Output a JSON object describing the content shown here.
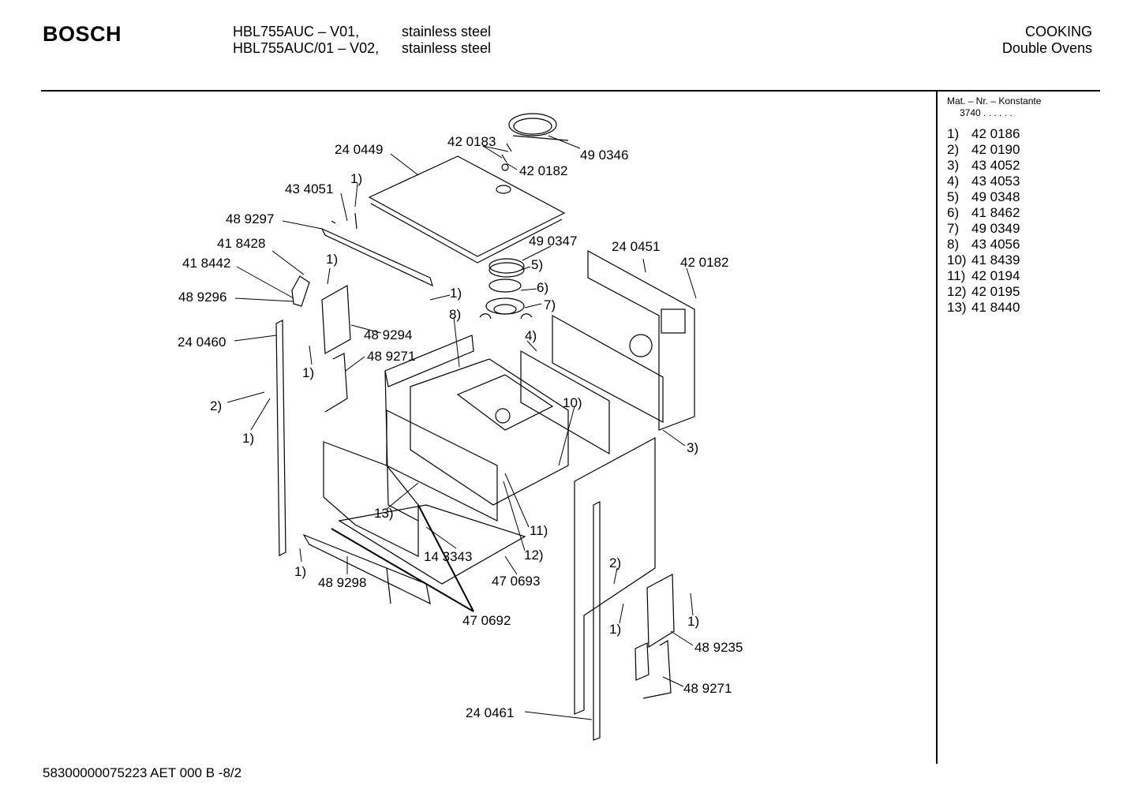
{
  "header": {
    "brand": "BOSCH",
    "models": [
      {
        "code": "HBL755AUC – V01,",
        "finish": "stainless steel"
      },
      {
        "code": "HBL755AUC/01 – V02,",
        "finish": "stainless steel"
      }
    ],
    "category": "COOKING",
    "subcategory": "Double Ovens"
  },
  "side": {
    "title": "Mat. – Nr. – Konstante",
    "constant": "3740 . .   . . . .",
    "legend": [
      {
        "key": "1)",
        "value": "42 0186"
      },
      {
        "key": "2)",
        "value": "42 0190"
      },
      {
        "key": "3)",
        "value": "43 4052"
      },
      {
        "key": "4)",
        "value": "43 4053"
      },
      {
        "key": "5)",
        "value": "49 0348"
      },
      {
        "key": "6)",
        "value": "41 8462"
      },
      {
        "key": "7)",
        "value": "49 0349"
      },
      {
        "key": "8)",
        "value": "43 4056"
      },
      {
        "key": "10)",
        "value": "41 8439"
      },
      {
        "key": "11)",
        "value": "42 0194"
      },
      {
        "key": "12)",
        "value": "42 0195"
      },
      {
        "key": "13)",
        "value": "41 8440"
      }
    ]
  },
  "footer": {
    "doc_code": "58300000075223 AET 000 B  -8/2"
  },
  "callouts": [
    {
      "id": "c-420183",
      "text": "42 0183"
    },
    {
      "id": "c-490346",
      "text": "49 0346"
    },
    {
      "id": "c-240449",
      "text": "24 0449"
    },
    {
      "id": "c-420182a",
      "text": "42 0182"
    },
    {
      "id": "c-1a",
      "text": "1)"
    },
    {
      "id": "c-434051",
      "text": "43 4051"
    },
    {
      "id": "c-489297",
      "text": "48 9297"
    },
    {
      "id": "c-418428",
      "text": "41 8428"
    },
    {
      "id": "c-490347",
      "text": "49 0347"
    },
    {
      "id": "c-240451",
      "text": "24 0451"
    },
    {
      "id": "c-420182b",
      "text": "42 0182"
    },
    {
      "id": "c-418442",
      "text": "41 8442"
    },
    {
      "id": "c-1b",
      "text": "1)"
    },
    {
      "id": "c-5",
      "text": "5)"
    },
    {
      "id": "c-6",
      "text": "6)"
    },
    {
      "id": "c-1c",
      "text": "1)"
    },
    {
      "id": "c-489296",
      "text": "48 9296"
    },
    {
      "id": "c-7",
      "text": "7)"
    },
    {
      "id": "c-8",
      "text": "8)"
    },
    {
      "id": "c-489294",
      "text": "48 9294"
    },
    {
      "id": "c-240460",
      "text": "24 0460"
    },
    {
      "id": "c-4",
      "text": "4)"
    },
    {
      "id": "c-489271a",
      "text": "48 9271"
    },
    {
      "id": "c-1d",
      "text": "1)"
    },
    {
      "id": "c-2a",
      "text": "2)"
    },
    {
      "id": "c-10",
      "text": "10)"
    },
    {
      "id": "c-1e",
      "text": "1)"
    },
    {
      "id": "c-3",
      "text": "3)"
    },
    {
      "id": "c-13",
      "text": "13)"
    },
    {
      "id": "c-11",
      "text": "11)"
    },
    {
      "id": "c-143343",
      "text": "14 3343"
    },
    {
      "id": "c-12",
      "text": "12)"
    },
    {
      "id": "c-2b",
      "text": "2)"
    },
    {
      "id": "c-1f",
      "text": "1)"
    },
    {
      "id": "c-489298",
      "text": "48 9298"
    },
    {
      "id": "c-470693",
      "text": "47 0693"
    },
    {
      "id": "c-470692",
      "text": "47 0692"
    },
    {
      "id": "c-1g",
      "text": "1)"
    },
    {
      "id": "c-1h",
      "text": "1)"
    },
    {
      "id": "c-489235",
      "text": "48 9235"
    },
    {
      "id": "c-489271b",
      "text": "48 9271"
    },
    {
      "id": "c-240461",
      "text": "24 0461"
    }
  ]
}
